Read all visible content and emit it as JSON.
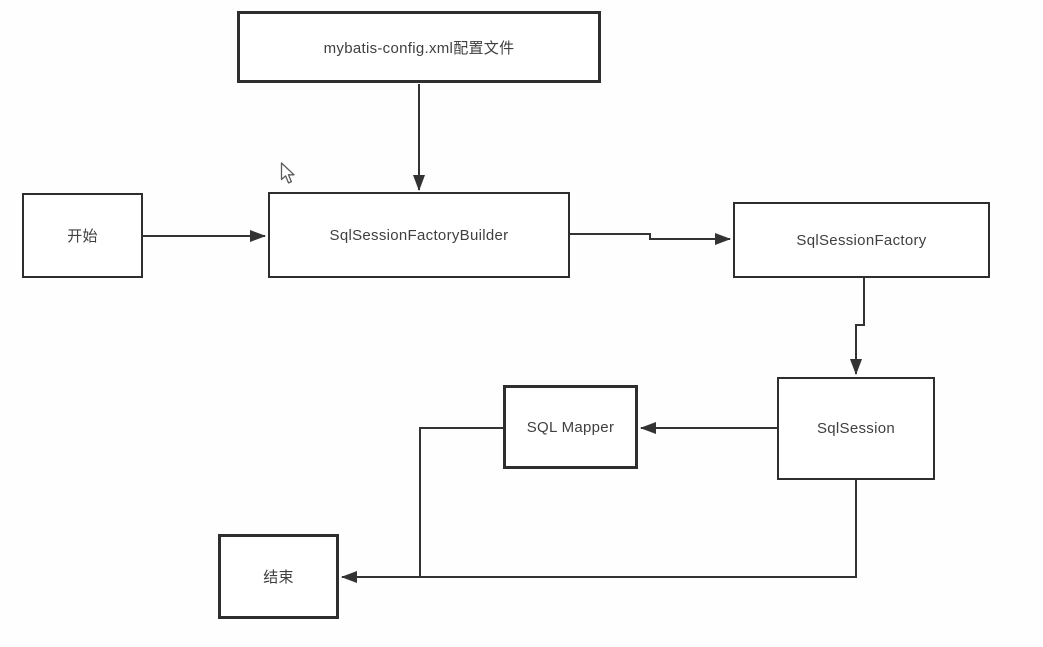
{
  "diagram": {
    "type": "flowchart",
    "nodes": {
      "config": {
        "label": "mybatis-config.xml配置文件"
      },
      "start": {
        "label": "开始"
      },
      "builder": {
        "label": "SqlSessionFactoryBuilder"
      },
      "factory": {
        "label": "SqlSessionFactory"
      },
      "session": {
        "label": "SqlSession"
      },
      "mapper": {
        "label": "SQL Mapper"
      },
      "end": {
        "label": "结束"
      }
    },
    "edges": [
      {
        "from": "config",
        "to": "builder",
        "arrow": true
      },
      {
        "from": "start",
        "to": "builder",
        "arrow": true
      },
      {
        "from": "builder",
        "to": "factory",
        "arrow": true
      },
      {
        "from": "factory",
        "to": "session",
        "arrow": true
      },
      {
        "from": "session",
        "to": "mapper",
        "arrow": true
      },
      {
        "from": "mapper",
        "to": "end",
        "arrow": true,
        "note": "routed left then down, merges into line toward end"
      },
      {
        "from": "session",
        "to": "end",
        "arrow": true,
        "note": "routed down then left into end"
      }
    ],
    "colors": {
      "line": "#333333",
      "box_border": "#2e2e2e",
      "text": "#3f3f3f",
      "background": "#ffffff"
    }
  },
  "cursor": {
    "visible": true,
    "type": "arrow-pointer"
  }
}
